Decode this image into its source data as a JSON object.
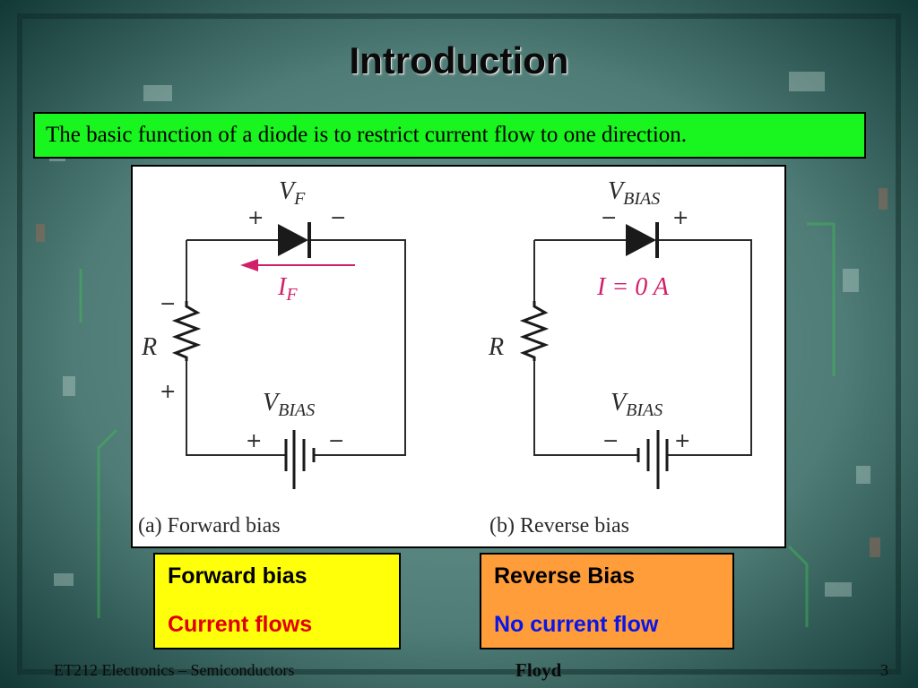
{
  "slide": {
    "title": "Introduction",
    "intro_text": "The basic function of a diode is to restrict current flow to one direction."
  },
  "figure": {
    "forward": {
      "caption": "(a) Forward bias",
      "diode_voltage_label": "V",
      "diode_voltage_sub": "F",
      "current_label": "I",
      "current_sub": "F",
      "resistor_label": "R",
      "source_label": "V",
      "source_sub": "BIAS",
      "plus": "+",
      "minus": "−"
    },
    "reverse": {
      "caption": "(b) Reverse bias",
      "diode_voltage_label": "V",
      "diode_voltage_sub": "BIAS",
      "current_text": "I = 0 A",
      "resistor_label": "R",
      "source_label": "V",
      "source_sub": "BIAS",
      "plus": "+",
      "minus": "−"
    }
  },
  "boxes": {
    "forward": {
      "line1": "Forward bias",
      "line2": "Current flows",
      "bg": "#ffff0a",
      "line2_color": "#e00000"
    },
    "reverse": {
      "line1": "Reverse Bias",
      "line2": "No current flow",
      "bg": "#ff9d3b",
      "line2_color": "#0a16e8"
    }
  },
  "footer": {
    "left": "ET212 Electronics – Semiconductors",
    "center": "Floyd",
    "right": "3"
  },
  "colors": {
    "title_box_green": "#19f51e",
    "current_label_pink": "#d0206a",
    "background_teal": "#1f4a47"
  }
}
